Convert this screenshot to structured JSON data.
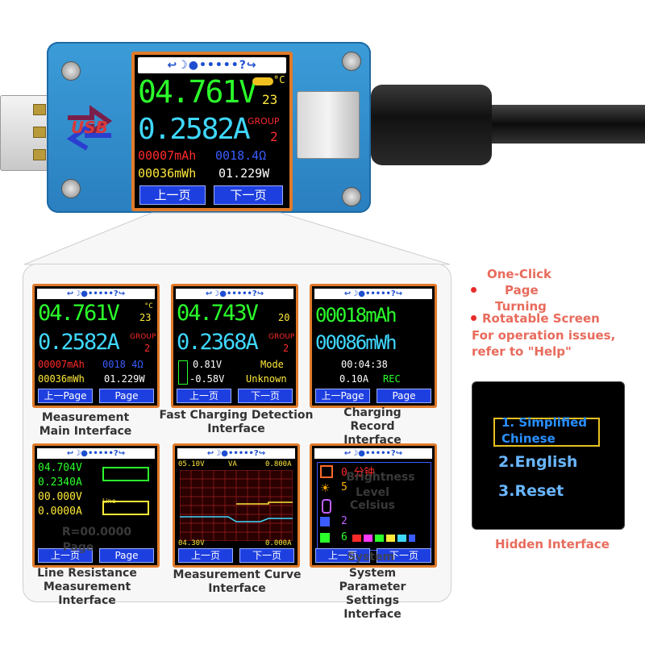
{
  "device": {
    "usb_logo": "USB",
    "main_screen": {
      "status_icons": "↩☽●•••••?↪",
      "voltage": "04.761V",
      "temp_unit": "°C",
      "temp_value": "23",
      "current": "0.2582A",
      "group_label": "GROUP",
      "group_value": "2",
      "capacity": "00007mAh",
      "resistance": "0018.4Ω",
      "energy": "00036mWh",
      "power": "01.229W",
      "btn_prev": "上一页",
      "btn_next": "下一页"
    }
  },
  "interfaces": [
    {
      "caption": "Measurement Main Interface",
      "lines": [
        "04.761V",
        "0.2582A",
        "00007mAh",
        "0018 4Ω",
        "00036mWh",
        "01.229W"
      ],
      "temp": "°C",
      "temp_value": "23",
      "group": "GROUP",
      "group_value": "2",
      "btn_left": "上一Page",
      "btn_right": "Page"
    },
    {
      "caption": "Fast Charging Detection Interface",
      "lines": [
        "04.743V",
        "0.2368A",
        "0.81V",
        "-0.58V",
        "Mode",
        "Unknown"
      ],
      "temp_value": "20",
      "group": "GROUP",
      "group_value": "2",
      "btn_left": "上一页",
      "btn_right": "下一页"
    },
    {
      "caption": "Charging Record Interface",
      "lines": [
        "00018mAh",
        "00086mWh",
        "00:04:38",
        "0.10A",
        "REC"
      ],
      "btn_left": "上一Page",
      "btn_right": "Page"
    },
    {
      "caption": "Line Resistance Measurement Interface",
      "lines": [
        "04.704V",
        "0.2340A",
        "00.000V",
        "0.0000A"
      ],
      "r_value": "R=00.0000",
      "r_page": "Page",
      "line_tag": "Line",
      "btn_left": "上一页",
      "btn_right": "Page"
    },
    {
      "caption": "Measurement Curve Interface",
      "v_top": "05.10V",
      "va": "VA",
      "a_top": "0.800A",
      "v_bottom": "04.30V",
      "a_bottom": "0.000A",
      "btn_left": "上一页",
      "btn_right": "下一页"
    },
    {
      "caption": "System Parameter Settings Interface",
      "rows": [
        "0 分钟",
        "5",
        "",
        "2",
        "6"
      ],
      "overlay": [
        "Brightness",
        "Level",
        "Celsius"
      ],
      "btn_left": "上一页",
      "btn_right": "下一页",
      "overlay_system": "System"
    }
  ],
  "notes": {
    "one_click": "One-Click",
    "page": "Page",
    "turning": "Turning",
    "rotatable": "Rotatable Screen",
    "help1": "For operation issues,",
    "help2": "refer to \"Help\""
  },
  "hidden": {
    "items": [
      "1. Simplified Chinese",
      "2.English",
      "3.Reset"
    ],
    "caption": "Hidden Interface"
  },
  "colors": {
    "green": "#2bff2b",
    "cyan": "#3fd8ff",
    "red": "#ff2a2a",
    "yellow": "#ffe93a",
    "blue_btn": "#1e3fe0",
    "orange_frame": "#e07a2a",
    "note": "#e86b5c"
  }
}
